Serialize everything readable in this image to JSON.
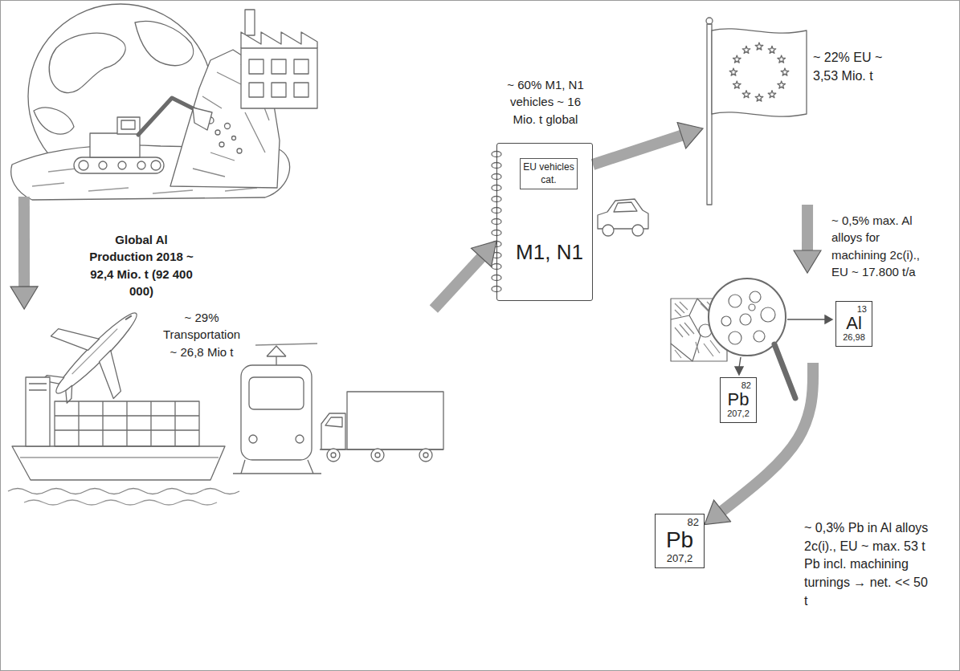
{
  "diagram": {
    "nodes": [
      {
        "text": [
          "Global Al Production 2018 ~ 92,4 Mio. t (92 400 000)"
        ]
      },
      {
        "text": [
          "~ 29% Transportation ~ 26,8 Mio t"
        ]
      },
      {
        "text": [
          "~ 60% M1, N1 vehicles ~ 16 Mio. t global",
          "EU vehicles cat.",
          "M1, N1"
        ]
      },
      {
        "text": [
          "~ 22% EU ~ 3,53 Mio. t"
        ]
      },
      {
        "text": [
          "~ 0,5% max. Al alloys for machining 2c(i)., EU ~ 17.800 t/a"
        ]
      },
      {
        "text": [
          "Al",
          "13",
          "26,98"
        ]
      },
      {
        "text": [
          "Pb",
          "82",
          "207,2"
        ]
      },
      {
        "text": [
          "Pb",
          "82",
          "207,2",
          "~ 0,3% Pb in Al alloys 2c(i)., EU ~ max. 53 t Pb incl. machining turnings → net. << 50 t"
        ]
      }
    ],
    "edges": [
      {
        "from": 0,
        "to": 1,
        "arrow": "to"
      },
      {
        "from": 1,
        "to": 2,
        "arrow": "to"
      },
      {
        "from": 2,
        "to": 3,
        "arrow": "to"
      },
      {
        "from": 3,
        "to": 4,
        "arrow": "to"
      },
      {
        "from": 4,
        "to": 7,
        "arrow": "to"
      }
    ]
  }
}
